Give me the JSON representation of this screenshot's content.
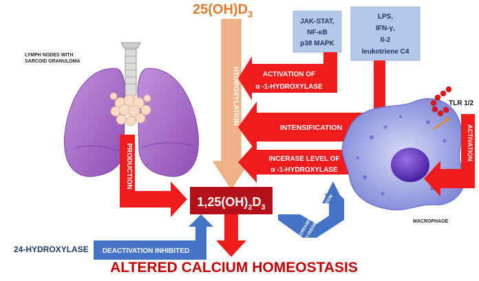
{
  "precursor": {
    "main": "25(OH)D",
    "sub": "3"
  },
  "hydroxylation_label": "HYDROXYLATION",
  "pathway_box": [
    "JAK-STAT,",
    "NF-κB",
    "p38 MAPK"
  ],
  "stimuli_box": [
    "LPS,",
    "IFN-γ,",
    "Il-2",
    "leukotriene C4"
  ],
  "activation_arrow": [
    "ACTIVATION OF",
    "α -1-HYDROXYLASE"
  ],
  "intensification_label": "INTENSIFICATION",
  "increase_arrow": [
    "INCERASE LEVEL OF",
    "α -1-HYDROXYLASE"
  ],
  "lymph_label": [
    "LYMPH NODES WITH",
    "SARCOID GRANULOMA"
  ],
  "production_label": "PRODUCTION",
  "product": {
    "prefix": "1,25(OH)",
    "sub1": "2",
    "mid": "D",
    "sub2": "3"
  },
  "tlr_label": "TLR 1/2",
  "activation_label": "ACTIVATION",
  "macrophage_label": "MACROPHAGE",
  "feedback_label": [
    "DECREASED SUSCEPTIBILITY",
    "TO FEEDBACK INHIBITION"
  ],
  "enzyme_label": "24-HYDROXYLASE",
  "deactivation_label": "DEACTIVATION INHIBITED",
  "outcome_label": "ALTERED CALCIUM HOMEOSTASIS",
  "colors": {
    "red": "#ee1c1c",
    "darkred": "#b3121b",
    "orange": "#f2b287",
    "orange_text": "#e07a2e",
    "blue_box": "#b4c9ea",
    "blue": "#4472c4",
    "navy": "#1f3864",
    "lung": "#a468c4",
    "macrophage": "#7b83d6"
  }
}
